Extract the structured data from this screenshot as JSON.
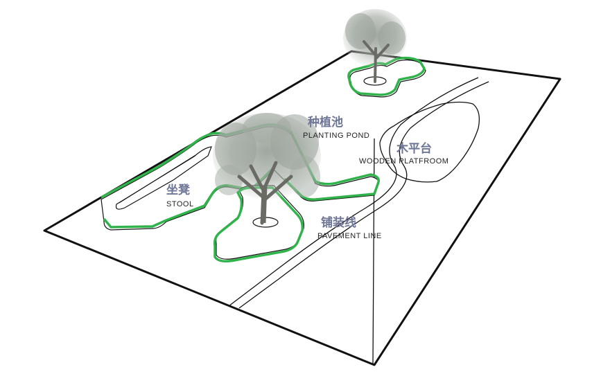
{
  "labels": {
    "planting_pond": {
      "cn": "种植池",
      "en": "PLANTING POND"
    },
    "wooden_platform": {
      "cn": "木平台",
      "en": "WOODEN PLATFROOM"
    },
    "stool": {
      "cn": "坐凳",
      "en": "STOOL"
    },
    "pavement_line": {
      "cn": "铺装线",
      "en": "PAVEMENT LINE"
    }
  },
  "colors": {
    "outline": "#111111",
    "green_edge": "#2fb34a",
    "chinese_label": "#6e7595",
    "english_label": "#222222",
    "tree_foliage": "#9aa29a",
    "tree_trunk": "#6b6b66"
  }
}
